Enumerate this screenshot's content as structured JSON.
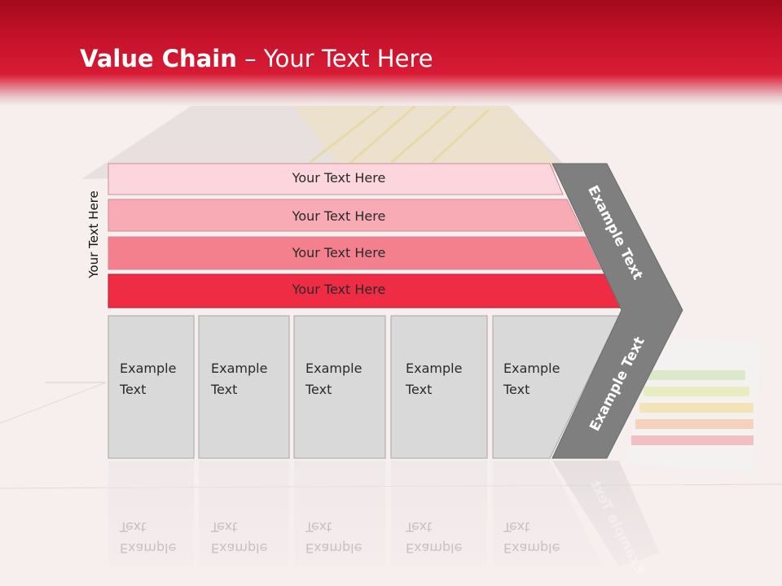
{
  "slide": {
    "title_bold": "Value Chain",
    "title_rest": " – Your Text Here",
    "vertical_label": "Your Text Here"
  },
  "bands": [
    {
      "label": "Your Text Here",
      "color": "#fcd6dc"
    },
    {
      "label": "Your Text Here",
      "color": "#f8abb4"
    },
    {
      "label": "Your Text Here",
      "color": "#f4808d"
    },
    {
      "label": "Your Text Here",
      "color": "#ee2d45"
    }
  ],
  "columns": [
    {
      "line1": "Example",
      "line2": "Text"
    },
    {
      "line1": "Example",
      "line2": "Text"
    },
    {
      "line1": "Example",
      "line2": "Text"
    },
    {
      "line1": "Example",
      "line2": "Text"
    },
    {
      "line1": "Example",
      "line2": "Text"
    }
  ],
  "chevron": {
    "upper_label": "Example Text",
    "lower_label": "Example Text",
    "color": "#7f7f7f"
  },
  "colors": {
    "column_fill": "#d9d9d9",
    "header_red": "#c4122a"
  }
}
